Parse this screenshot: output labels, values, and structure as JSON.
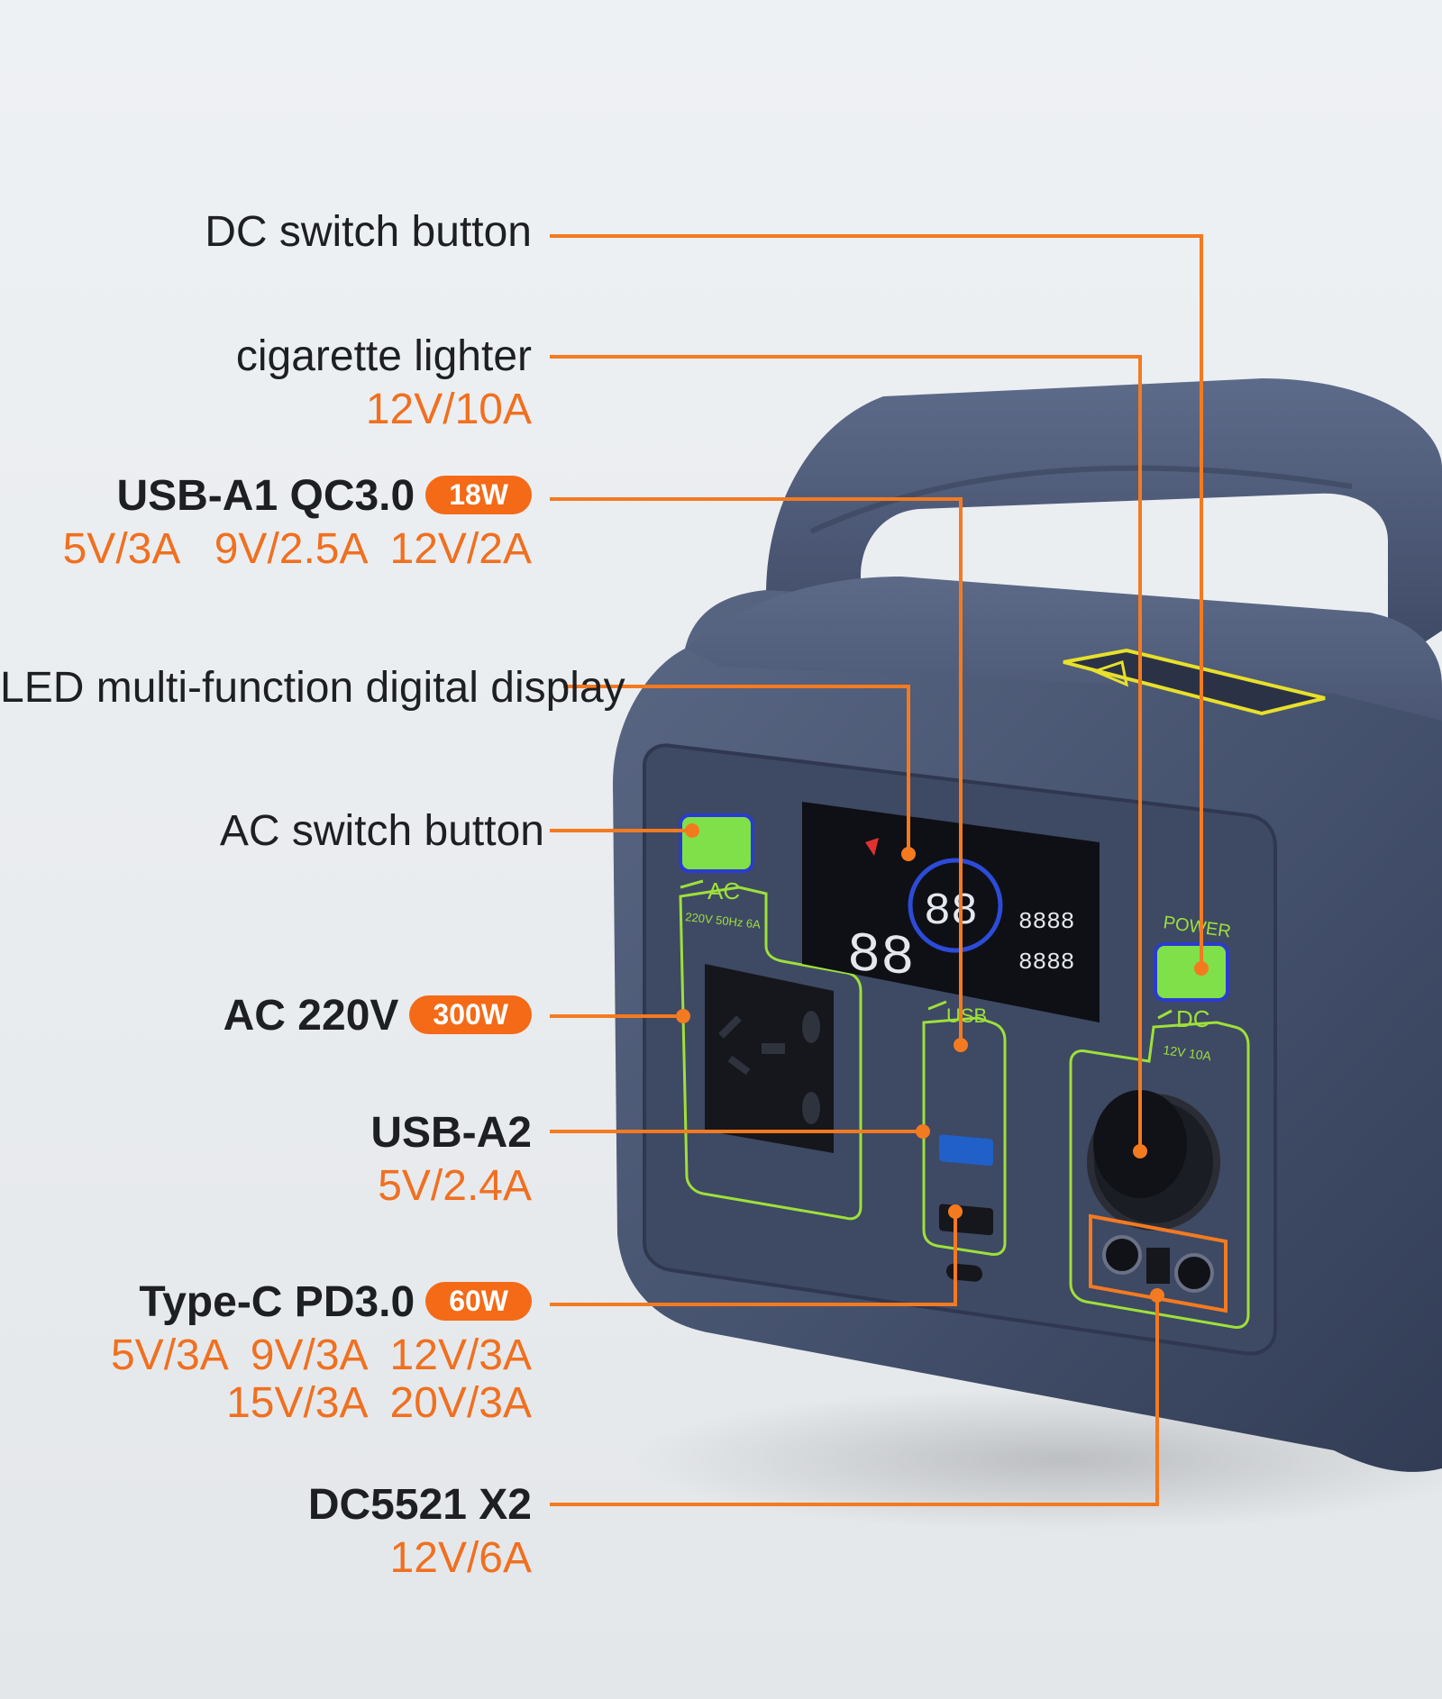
{
  "colors": {
    "leader_line": "#f47a20",
    "spec_text": "#f07020",
    "badge": "#f46a17",
    "body": "#46536f",
    "panel_outline": "#9ee03a",
    "switch_green": "#7fe04a"
  },
  "callouts": {
    "dc_switch": {
      "title": "DC switch button"
    },
    "cig_lighter": {
      "title": "cigarette lighter",
      "spec": "12V/10A"
    },
    "usb_a1": {
      "title": "USB-A1 QC3.0",
      "badge": "18W",
      "spec": "5V/3A   9V/2.5A  12V/2A"
    },
    "led_display": {
      "title": "LED multi-function digital display"
    },
    "ac_switch": {
      "title": "AC switch button"
    },
    "ac_220": {
      "title": "AC 220V",
      "badge": "300W"
    },
    "usb_a2": {
      "title": "USB-A2",
      "spec": "5V/2.4A"
    },
    "type_c": {
      "title": "Type-C PD3.0",
      "badge": "60W",
      "spec_line1": "5V/3A  9V/3A  12V/3A",
      "spec_line2": "15V/3A  20V/3A"
    },
    "dc5521": {
      "title": "DC5521 X2",
      "spec": "12V/6A"
    }
  },
  "device": {
    "ac_label": "AC",
    "ac_sub": "220V 50Hz 6A",
    "usb_label": "USB",
    "power_label": "POWER",
    "dc_label": "DC",
    "dc_sub": "12V 10A",
    "display_left": "88",
    "display_center": "88",
    "display_right_top": "8888",
    "display_right_bottom": "8888"
  }
}
